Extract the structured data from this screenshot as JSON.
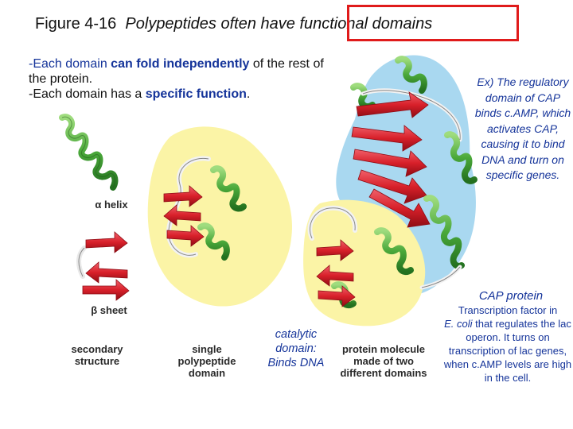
{
  "title": {
    "prefix": "Figure 4-16",
    "italic": "Polypeptides often have functional domains"
  },
  "intro": {
    "line1_a": "-Each domain ",
    "line1_b": "can fold independently",
    "line1_c": " of the rest of the protein.",
    "line2_a": "-Each domain has a ",
    "line2_b": "specific function",
    "line2_c": "."
  },
  "example_text": "Ex) The regulatory domain of CAP binds c.AMP, which activates CAP, causing it to bind DNA and turn on specific genes.",
  "cap_protein_label": "CAP protein",
  "transcription_text": {
    "part1": "Transcription factor in",
    "organism": "E. coli",
    "part2": " that regulates the lac operon.  It turns on transcription of lac genes, when c.AMP levels are high in the cell."
  },
  "catalytic_label": "catalytic domain: Binds DNA",
  "labels": {
    "alpha_helix": "α helix",
    "beta_sheet": "β sheet",
    "secondary_structure": "secondary structure",
    "single_domain": "single polypeptide domain",
    "protein_molecule": "protein molecule made of two different domains"
  },
  "colors": {
    "highlight_box": "#e01b1b",
    "accent_text": "#15349a",
    "helix_green": "#4aa83a",
    "sheet_red": "#d8202a",
    "domain_yellow": "#fbf4a6",
    "domain_blue": "#a9d8f0"
  }
}
